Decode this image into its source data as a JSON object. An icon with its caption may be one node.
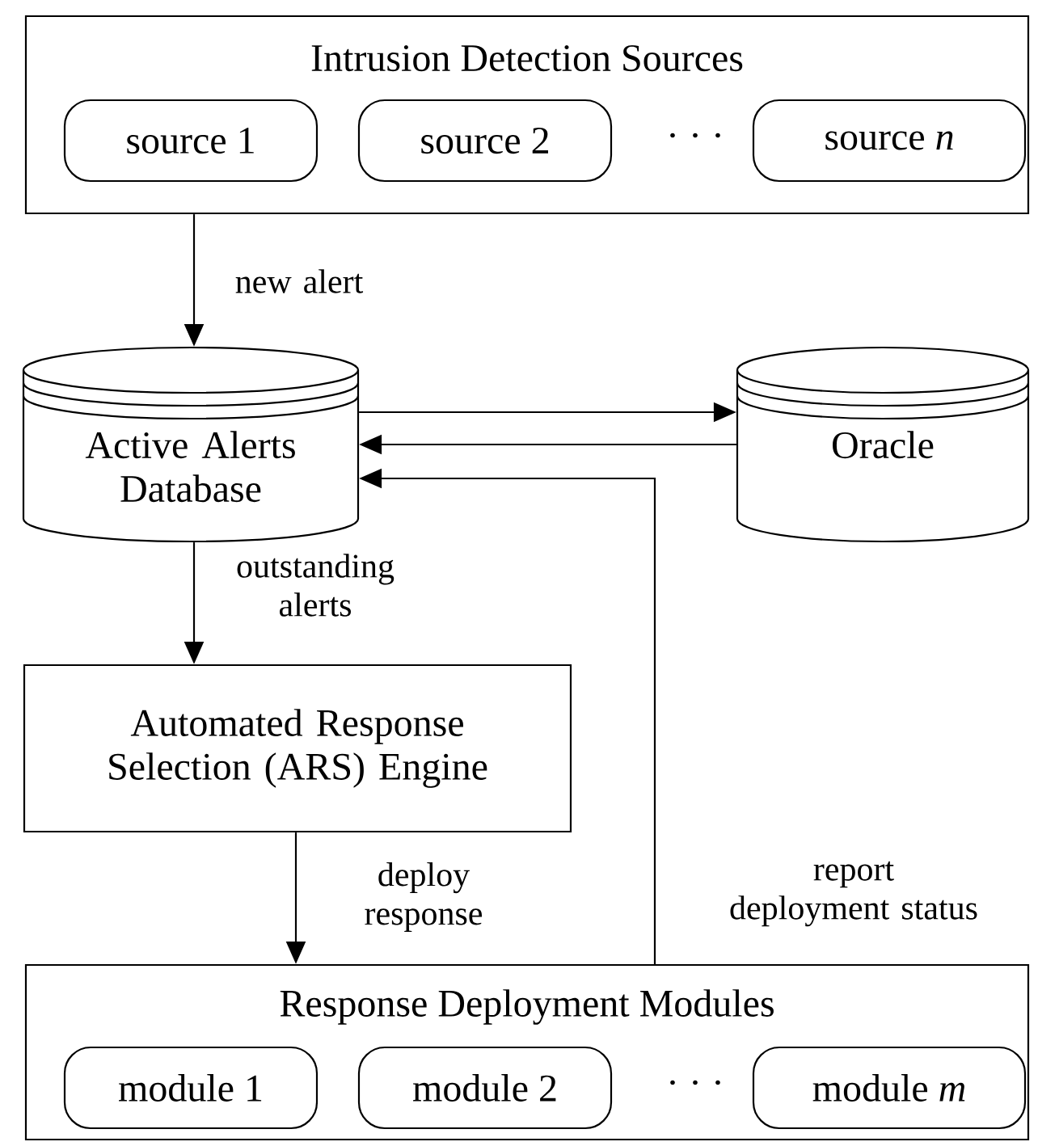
{
  "diagram": {
    "nodes": [
      {
        "text": [
          "Intrusion Detection Sources"
        ]
      },
      {
        "text": [
          "source 1"
        ],
        "in": 0
      },
      {
        "text": [
          "source 2"
        ],
        "in": 0
      },
      {
        "text": [
          "source *n*"
        ],
        "in": 0
      },
      {
        "text": [
          "Active Alerts Database"
        ]
      },
      {
        "text": [
          "Oracle"
        ]
      },
      {
        "text": [
          "Automated Response Selection (ARS) Engine"
        ]
      },
      {
        "text": [
          "Response Deployment Modules"
        ]
      },
      {
        "text": [
          "module 1"
        ],
        "in": 7
      },
      {
        "text": [
          "module 2"
        ],
        "in": 7
      },
      {
        "text": [
          "module *m*"
        ],
        "in": 7
      }
    ],
    "edges": [
      {
        "from": 0,
        "to": 4,
        "arrow": "to",
        "label": "new alert"
      },
      {
        "from": 4,
        "to": 5,
        "arrow": "to"
      },
      {
        "from": 5,
        "to": 4,
        "arrow": "to"
      },
      {
        "from": 7,
        "to": 4,
        "arrow": "to",
        "label": "report deployment status"
      },
      {
        "from": 4,
        "to": 6,
        "arrow": "to",
        "label": "outstanding alerts"
      },
      {
        "from": 6,
        "to": 7,
        "arrow": "to",
        "label": "deploy response"
      }
    ],
    "labels": [
      "· · ·",
      "· · ·"
    ]
  }
}
